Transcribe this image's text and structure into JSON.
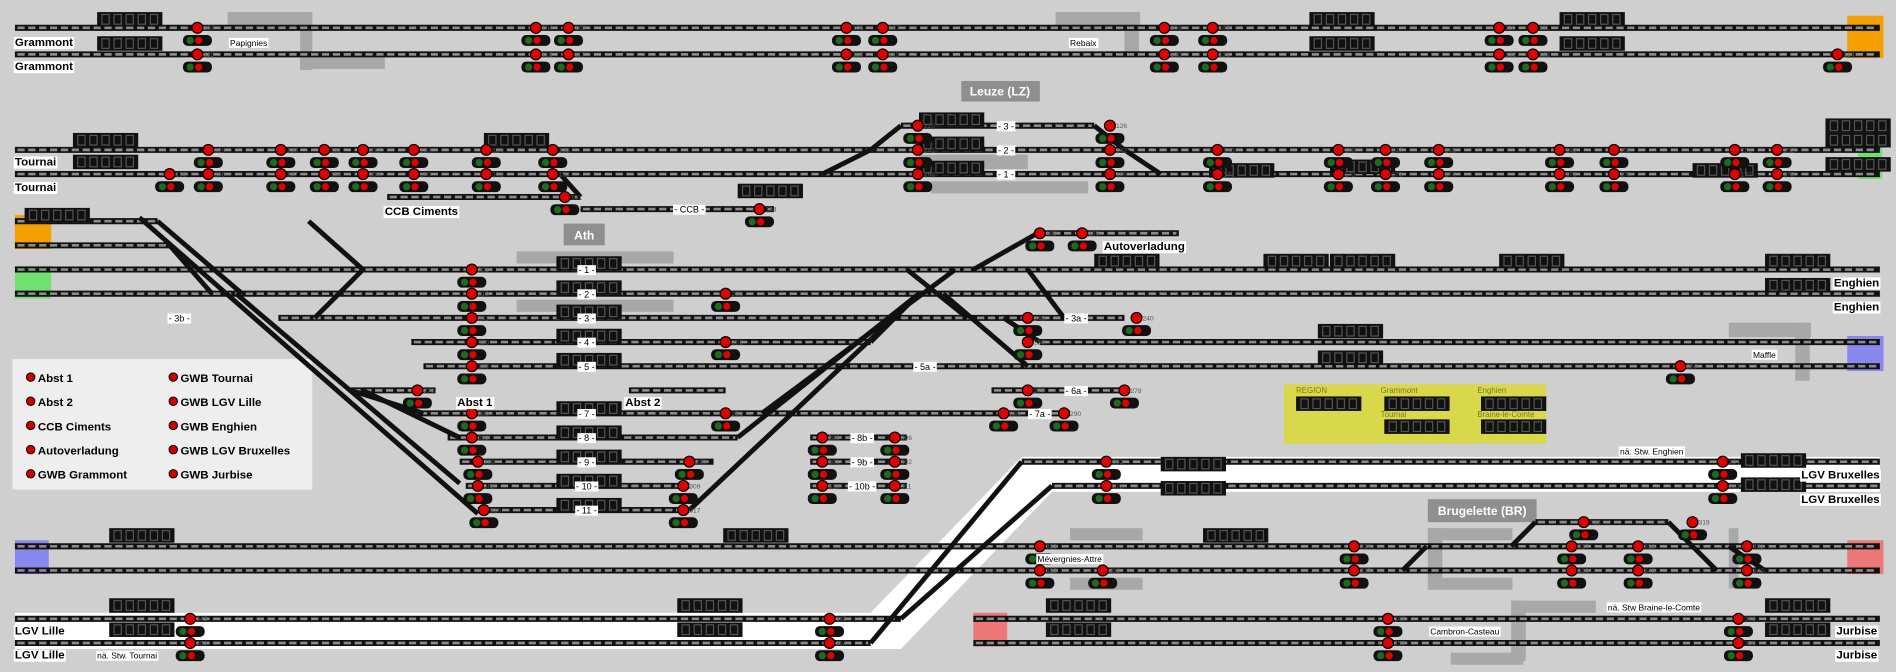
{
  "stations": [
    "Leuze (LZ)",
    "Ath",
    "Brugelette (BR)"
  ],
  "endpoints": [
    "Grammont",
    "Grammont",
    "Tournai",
    "Tournai",
    "CCB Ciments",
    "Autoverladung",
    "Enghien",
    "Enghien",
    "Abst 1",
    "Abst 2",
    "LGV Bruxelles",
    "LGV Bruxelles",
    "LGV Lille",
    "LGV Lille",
    "Jurbise",
    "Jurbise"
  ],
  "places": [
    "Papignies",
    "Rebaix",
    "Maffle",
    "Mévergnies-Attre",
    "Cambron-Casteau",
    "nä. Stw. Enghien",
    "nä. Stw Braine-le-Comte",
    "nä. Stw. Tournai"
  ],
  "track_labels": [
    "- 1 -",
    "- 2 -",
    "- 3 -",
    "- 4 -",
    "- 5 -",
    "- 3b -",
    "- 5a -",
    "- 6a -",
    "- 7 -",
    "- 8 -",
    "- 9 -",
    "- 10 -",
    "- 11 -",
    "- 7a -",
    "- 8b -",
    "- 9b -",
    "- 10b -",
    "- 3a -",
    "- 3 -",
    "- 2 -",
    "- 1 -",
    "- CCB -"
  ],
  "legend": [
    "Abst 1",
    "Abst 2",
    "CCB Ciments",
    "Autoverladung",
    "GWB Grammont",
    "GWB Tournai",
    "GWB LGV Lille",
    "GWB Enghien",
    "GWB LGV Bruxelles",
    "GWB Jurbise"
  ],
  "region_counters": [
    "REGION",
    "Grammont",
    "Enghien",
    "Tournai",
    "Braine-le-Comte"
  ],
  "signals": [
    "103",
    "104",
    "105",
    "106",
    "107",
    "108",
    "109",
    "110",
    "111",
    "115",
    "116",
    "117",
    "118",
    "119",
    "120",
    "121",
    "122",
    "123",
    "124",
    "129",
    "130",
    "131",
    "132",
    "133",
    "134",
    "135",
    "155",
    "156",
    "157",
    "158",
    "159",
    "160",
    "161",
    "163",
    "125",
    "126",
    "141",
    "142",
    "168",
    "169",
    "145",
    "146",
    "147",
    "171",
    "172",
    "173",
    "148",
    "149",
    "150",
    "151",
    "152",
    "174",
    "175",
    "176",
    "177",
    "178",
    "181",
    "184",
    "188",
    "189",
    "201",
    "219",
    "241",
    "250",
    "259",
    "221",
    "251",
    "270",
    "280",
    "292",
    "298",
    "308",
    "316",
    "281",
    "299",
    "309",
    "317",
    "286",
    "301",
    "310",
    "296",
    "302",
    "311",
    "289",
    "290",
    "277",
    "278",
    "249",
    "240",
    "256",
    "266",
    "303",
    "312",
    "304",
    "313",
    "323",
    "335",
    "336",
    "324",
    "337",
    "327",
    "339",
    "328",
    "340",
    "318",
    "319",
    "331",
    "342",
    "345",
    "353",
    "347",
    "355",
    "348",
    "356",
    "346",
    "354"
  ],
  "colors": {
    "track": "#111111",
    "signal_red": "#e00000",
    "signal_green": "#1f6a1f",
    "platform": "#a8a8a8",
    "orange": "#f5a000",
    "green": "#70e070",
    "blue": "#8888ee",
    "red": "#ee7777",
    "region": "#d8d84a"
  }
}
